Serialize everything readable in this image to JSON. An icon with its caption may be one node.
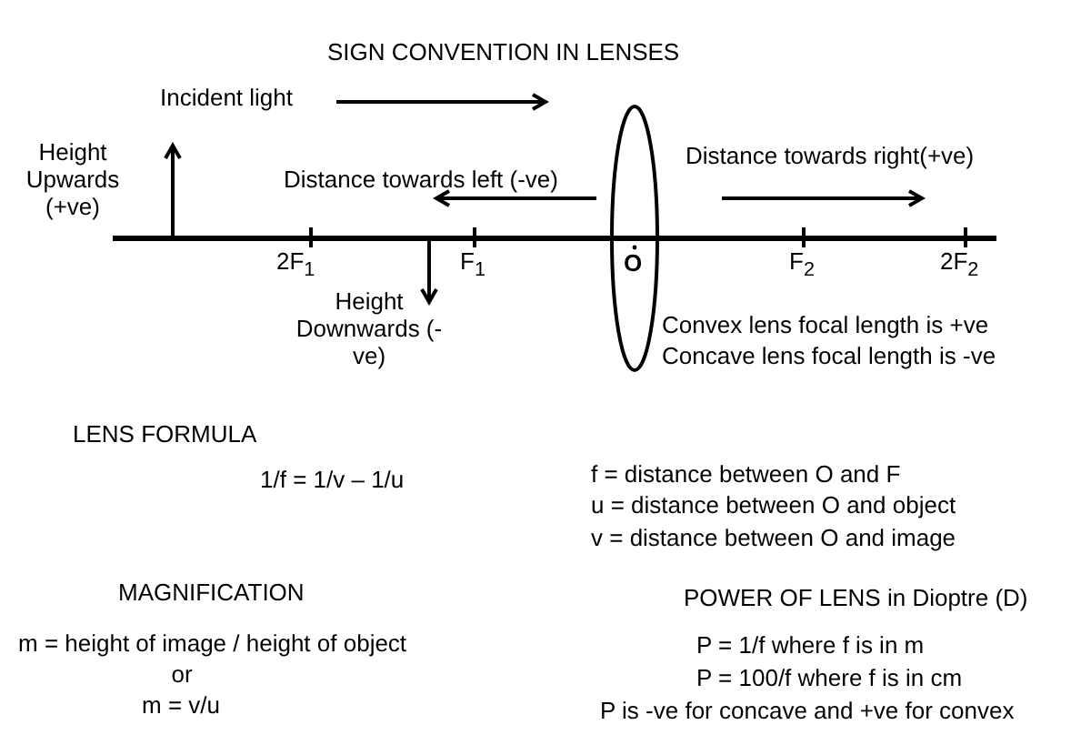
{
  "diagram": {
    "title": "SIGN CONVENTION IN LENSES",
    "nodes": [
      {
        "text": [
          "O"
        ]
      }
    ],
    "labels": [
      "Incident light",
      "Height Upwards (+ve)",
      "Distance towards left (-ve)",
      "Distance towards right(+ve)",
      "2F$_{1}$",
      "F$_{1}$",
      "F$_{2}$",
      "2F$_{2}$",
      "Height Downwards (-ve)",
      "Convex lens focal length is +ve",
      "Concave lens focal length is -ve",
      "LENS FORMULA",
      "1/f = 1/v – 1/u",
      "f = distance between O and F",
      "u = distance between O and object",
      "v = distance between O and image",
      "MAGNIFICATION",
      "POWER OF LENS in Dioptre (D)",
      "m = height of image / height of object",
      "or",
      "m = v/u",
      "P = 1/f where f is in m",
      "P = 100/f where f is in cm",
      "P is -ve for concave and +ve for convex"
    ]
  }
}
